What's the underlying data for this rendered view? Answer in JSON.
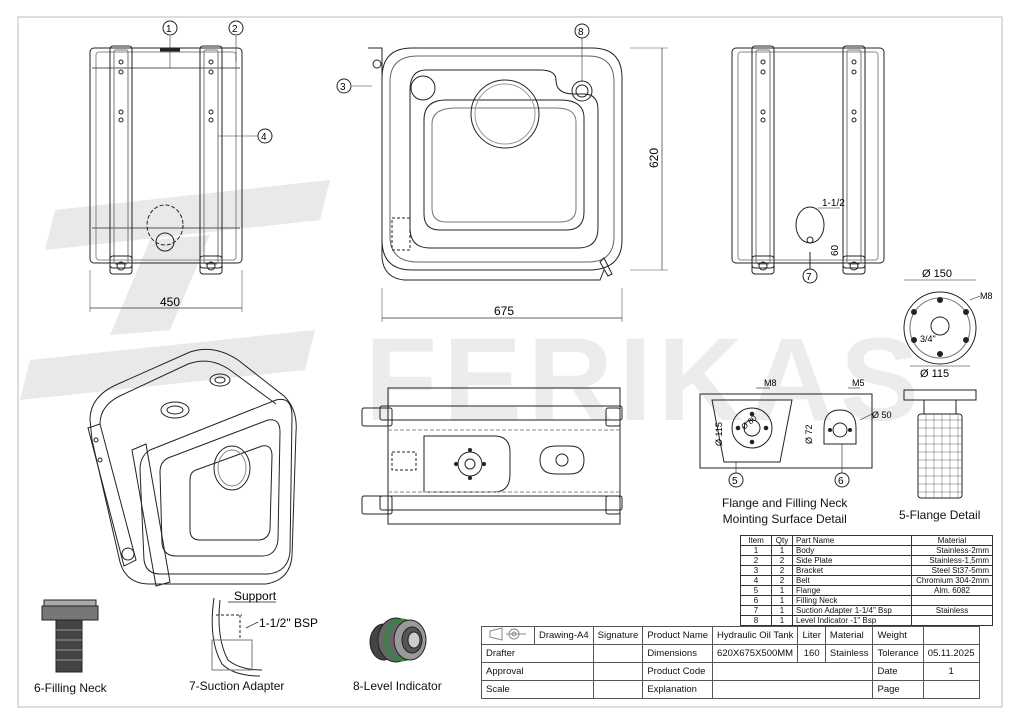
{
  "brand": {
    "watermark": "FERIKAS"
  },
  "callouts": [
    "1",
    "2",
    "3",
    "4",
    "5",
    "6",
    "7",
    "8"
  ],
  "dimensions": {
    "width_side": "450",
    "width_front": "675",
    "height_front": "620",
    "flange_outer": "Ø 150",
    "flange_inner": "Ø 115",
    "flange_bolt": "M8",
    "flange_thread": "3/4\"",
    "mount_dia": "Ø 115",
    "mount_pcd": "Ø 80",
    "mount_bolt": "M8",
    "neck_dia": "Ø 72",
    "neck_bolt": "M5",
    "neck_outer": "Ø 50",
    "suction_size": "1-1/2",
    "suction_offset": "60"
  },
  "captions": {
    "flange_mount": "Flange and Filling Neck\nMointing Surface Detail",
    "flange_detail": "5-Flange Detail",
    "filling_neck": "6-Filling Neck",
    "suction_adapter": "7-Suction Adapter",
    "level_indicator": "8-Level Indicator",
    "support": "Support",
    "bsp": "1-1/2\" BSP"
  },
  "bom": {
    "headers": [
      "Item",
      "Qty",
      "Part Name",
      "Material"
    ],
    "rows": [
      [
        "1",
        "1",
        "Body",
        "Stainless-2mm"
      ],
      [
        "2",
        "2",
        "Side Plate",
        "Stainless-1,5mm"
      ],
      [
        "3",
        "2",
        "Bracket",
        "Steel St37-5mm"
      ],
      [
        "4",
        "2",
        "Belt",
        "Chromium 304-2mm"
      ],
      [
        "5",
        "1",
        "Flange",
        "Alm. 6082"
      ],
      [
        "6",
        "1",
        "Filling Neck",
        ""
      ],
      [
        "7",
        "1",
        "Suction Adapter  1-1/4\" Bsp",
        "Stainless"
      ],
      [
        "8",
        "1",
        "Level Indicator -1\" Bsp",
        ""
      ]
    ]
  },
  "title_block": {
    "sheet": "Drawing-A4",
    "signature": "Signature",
    "product_name_label": "Product Name",
    "product_name": "Hydraulic Oil Tank",
    "liter_label": "Liter",
    "material_label": "Material",
    "weight_label": "Weight",
    "drafter_label": "Drafter",
    "dimensions_label": "Dimensions",
    "dimensions": "620X675X500MM",
    "liter": "160",
    "material": "Stainless",
    "tolerance_label": "Tolerance",
    "date_value": "05.11.2025",
    "approval_label": "Approval",
    "product_code_label": "Product Code",
    "date_label": "Date",
    "date_num": "1",
    "scale_label": "Scale",
    "explanation_label": "Explanation",
    "page_label": "Page"
  }
}
